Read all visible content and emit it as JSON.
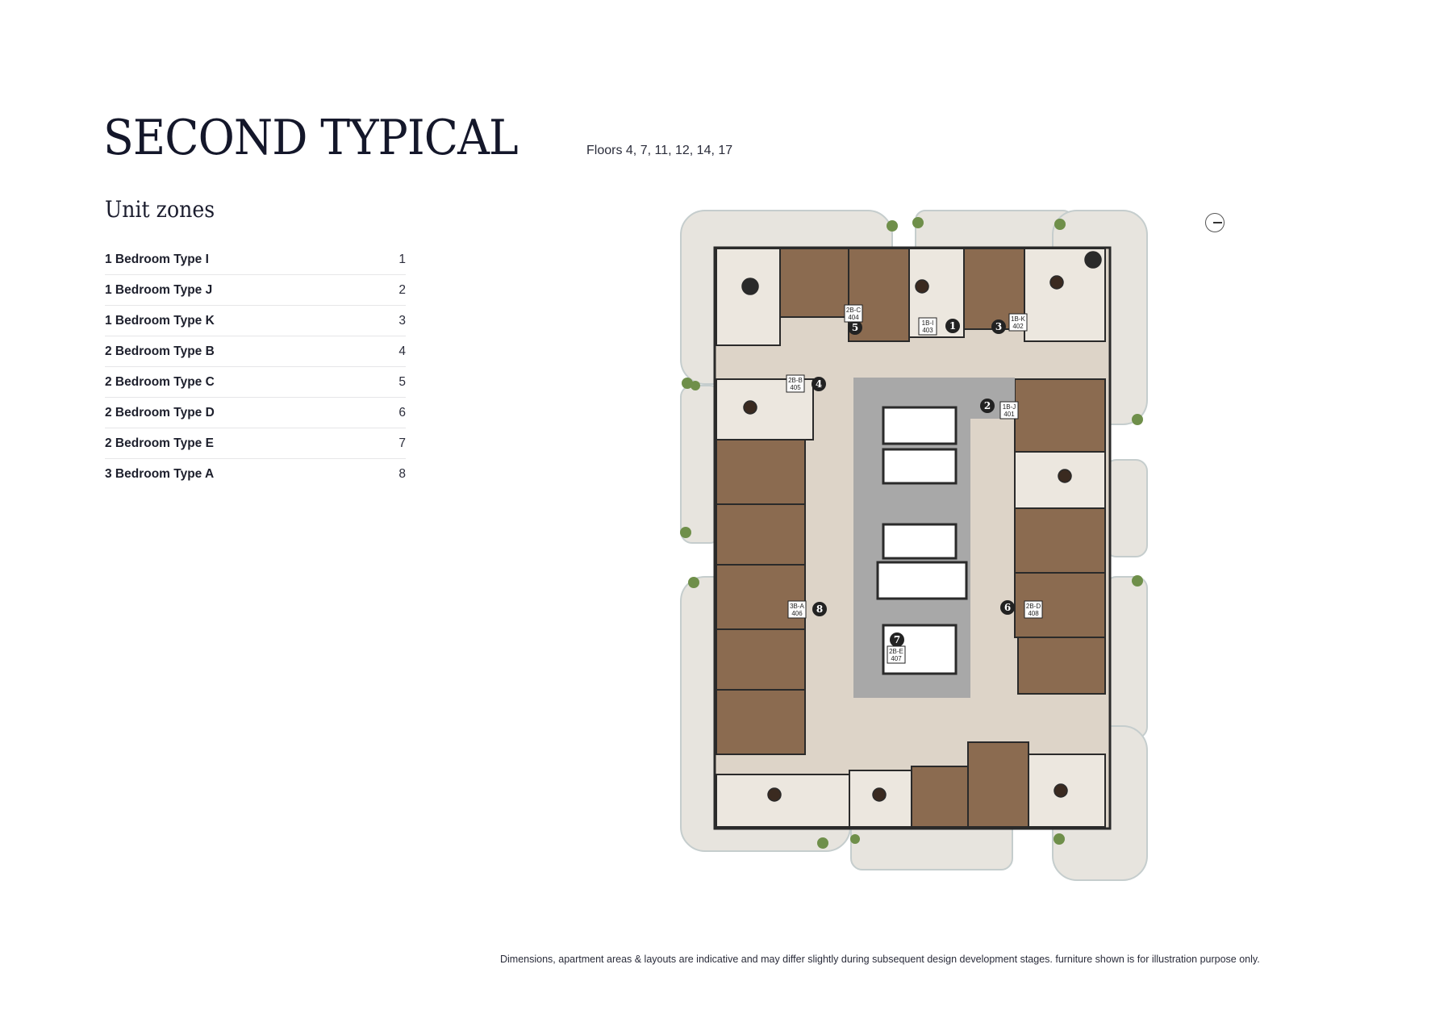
{
  "header": {
    "title": "SECOND TYPICAL",
    "floors": "Floors 4, 7, 11, 12, 14, 17"
  },
  "unit_zones": {
    "heading": "Unit zones",
    "items": [
      {
        "name": "1 Bedroom Type I",
        "number": "1"
      },
      {
        "name": "1 Bedroom Type J",
        "number": "2"
      },
      {
        "name": "1 Bedroom Type K",
        "number": "3"
      },
      {
        "name": "2 Bedroom Type B",
        "number": "4"
      },
      {
        "name": "2 Bedroom Type C",
        "number": "5"
      },
      {
        "name": "2 Bedroom Type D",
        "number": "6"
      },
      {
        "name": "2 Bedroom Type E",
        "number": "7"
      },
      {
        "name": "3 Bedroom Type A",
        "number": "8"
      }
    ]
  },
  "plan": {
    "markers": [
      "1",
      "2",
      "3",
      "4",
      "5",
      "6",
      "7",
      "8"
    ],
    "unit_tags": [
      {
        "type": "1B-J",
        "unit": "401"
      },
      {
        "type": "1B-K",
        "unit": "402"
      },
      {
        "type": "1B-I",
        "unit": "403"
      },
      {
        "type": "2B-C",
        "unit": "404"
      },
      {
        "type": "2B-B",
        "unit": "405"
      },
      {
        "type": "3B-A",
        "unit": "406"
      },
      {
        "type": "2B-E",
        "unit": "407"
      },
      {
        "type": "2B-D",
        "unit": "408"
      }
    ],
    "colors": {
      "terrace": "#e7e4de",
      "living": "#e9e3da",
      "bedroom": "#8b6b50",
      "core": "#a8a8a8",
      "wall": "#2a2a2a",
      "planter": "#6f8f4a"
    }
  },
  "footer": {
    "disclaimer": "Dimensions, apartment areas & layouts are indicative and may differ slightly during subsequent design development stages. furniture shown is for illustration purpose only."
  }
}
